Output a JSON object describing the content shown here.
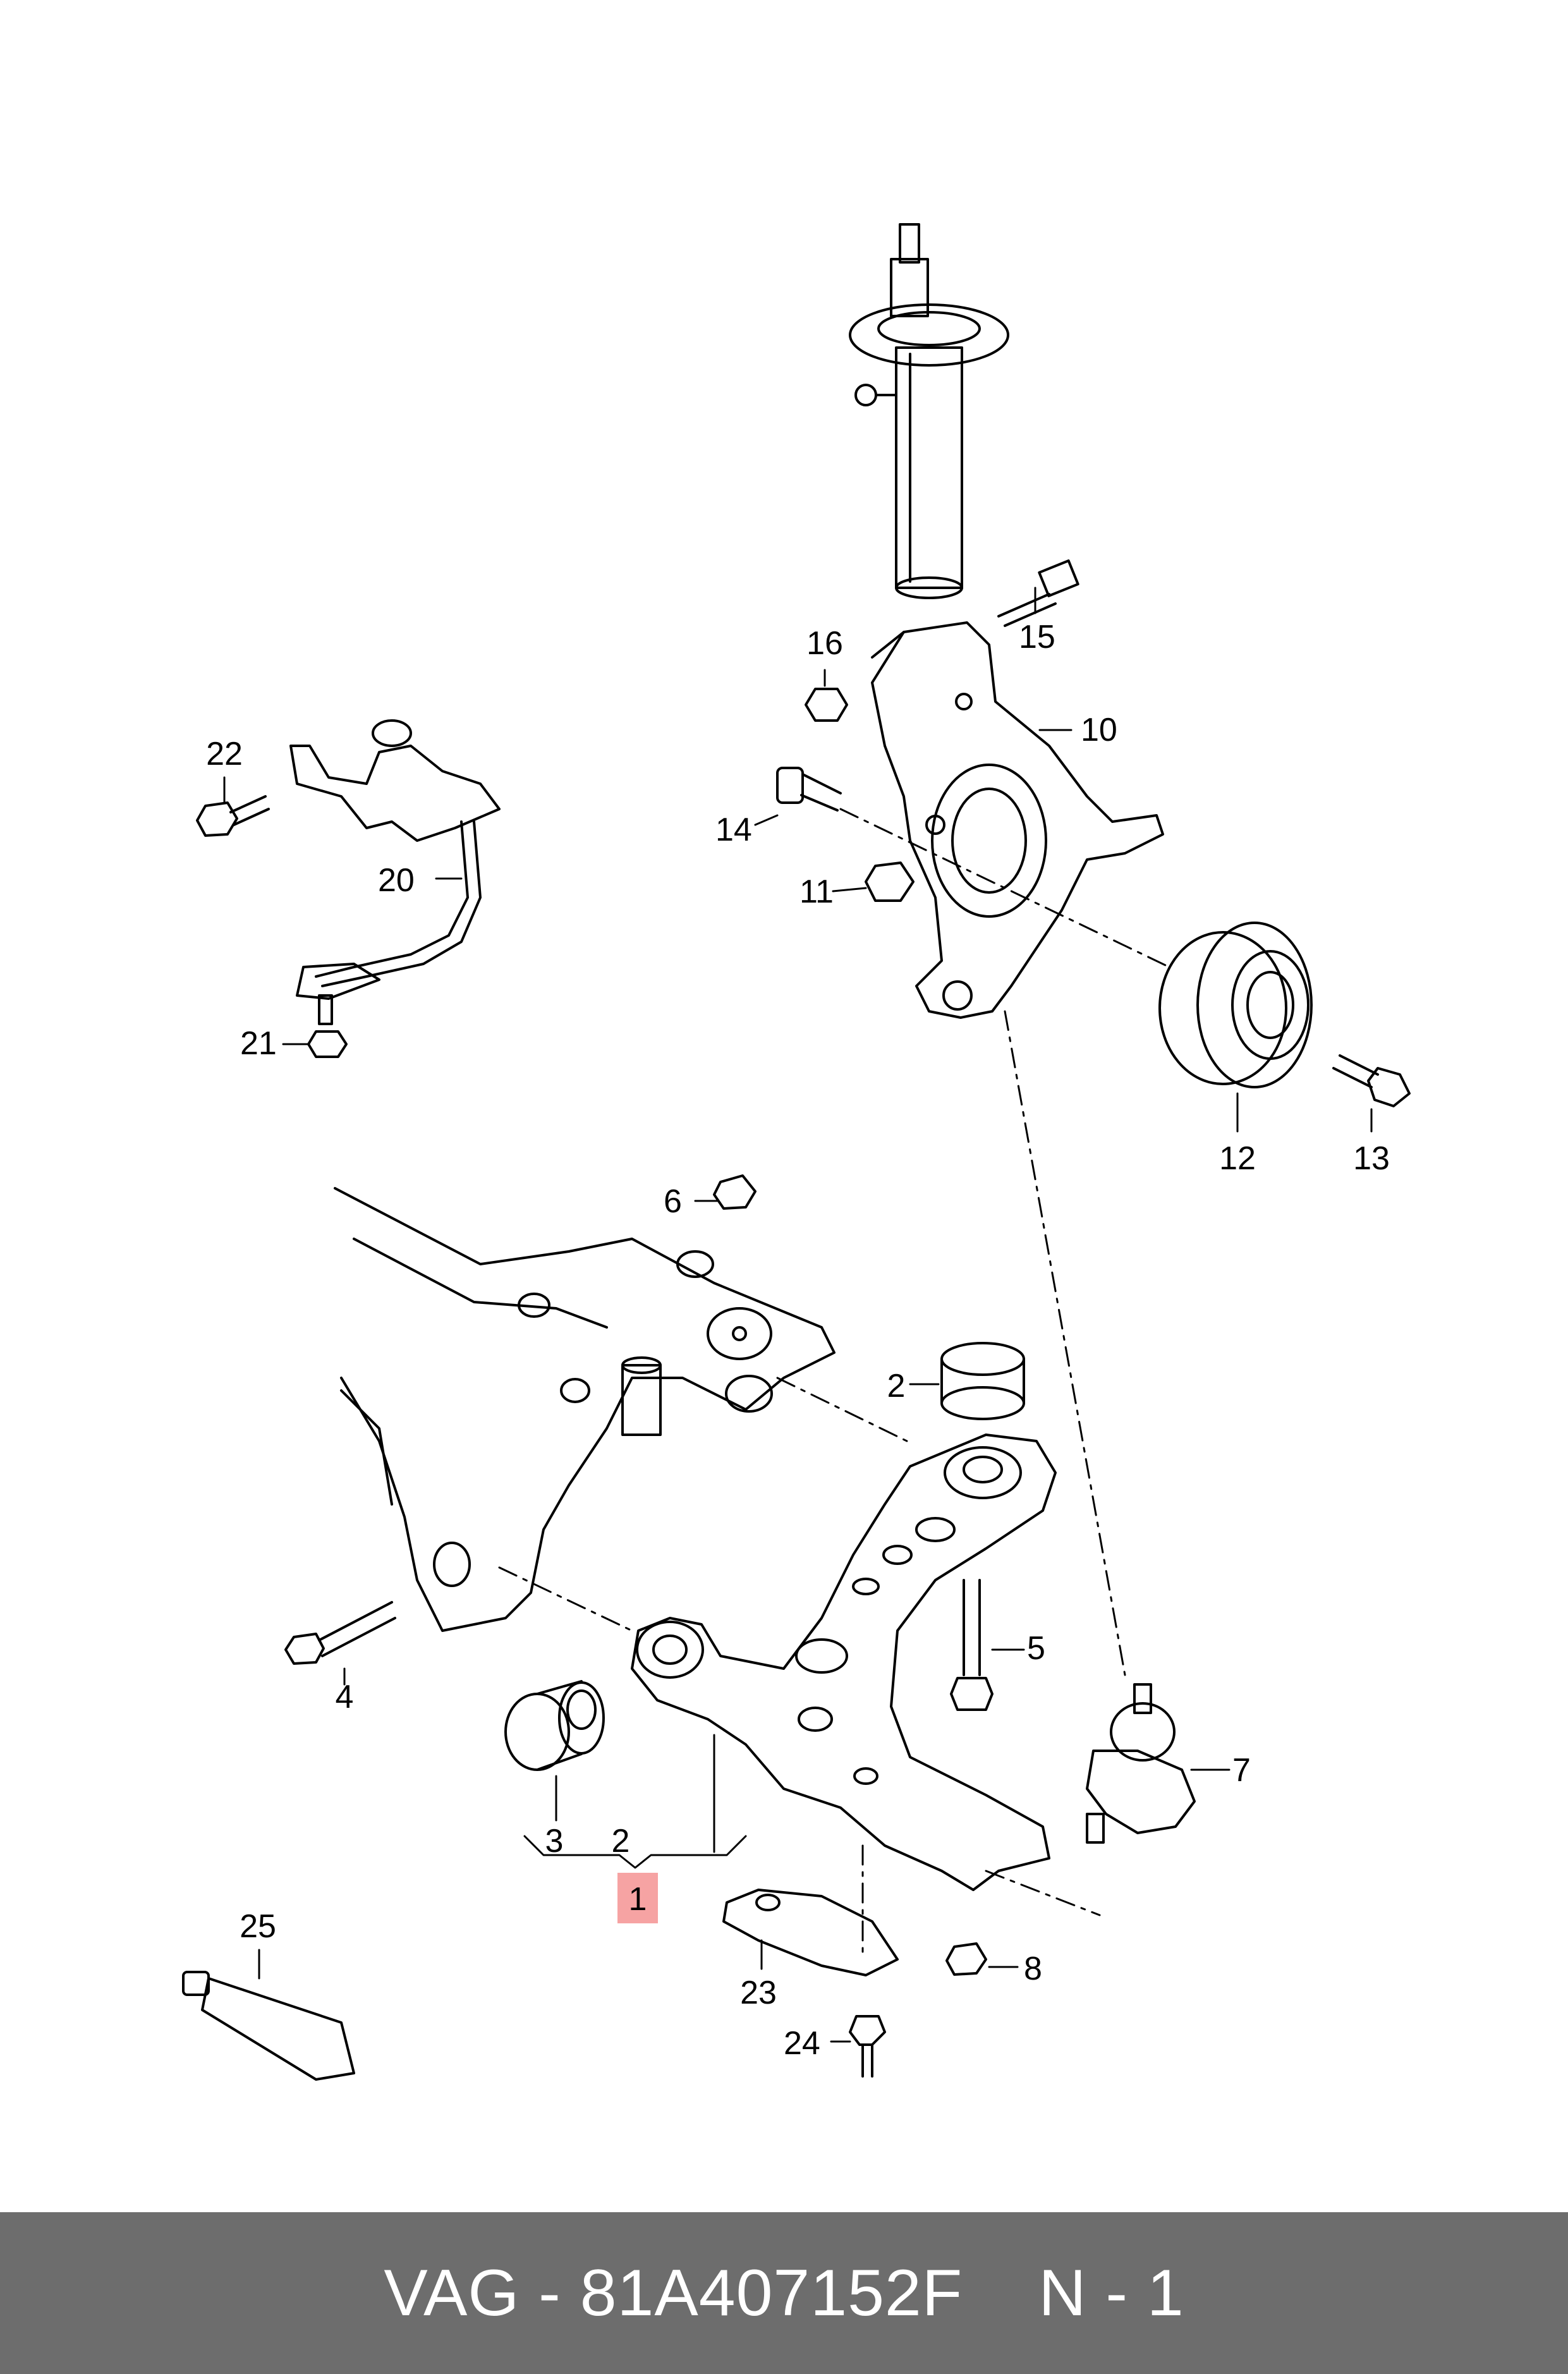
{
  "footer": {
    "brand": "VAG",
    "separator": "-",
    "part_number": "81A407152F",
    "note": "N - 1"
  },
  "highlight_color": "#f6a3a3",
  "callouts": {
    "c1": "1",
    "c2a": "2",
    "c2b": "2",
    "c3": "3",
    "c4": "4",
    "c5": "5",
    "c6": "6",
    "c7": "7",
    "c8": "8",
    "c10": "10",
    "c11": "11",
    "c12": "12",
    "c13": "13",
    "c14": "14",
    "c15": "15",
    "c16": "16",
    "c20": "20",
    "c21": "21",
    "c22": "22",
    "c23": "23",
    "c24": "24",
    "c25": "25"
  }
}
